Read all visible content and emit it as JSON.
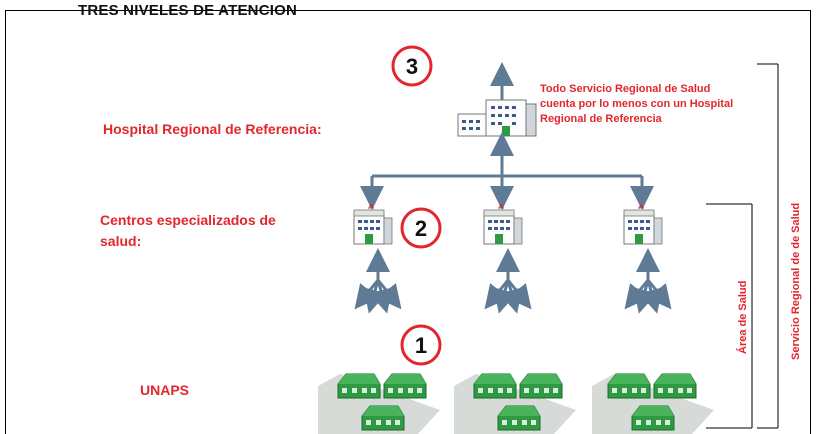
{
  "title": "TRES NIVELES DE ATENCION",
  "levels": {
    "level3": {
      "number": "3",
      "label": "Hospital Regional de Referencia:"
    },
    "level2": {
      "number": "2",
      "label_line1": "Centros especializados de",
      "label_line2": "salud:"
    },
    "level1": {
      "number": "1",
      "label": "UNAPS"
    }
  },
  "note": {
    "line1": "Todo Servicio Regional de Salud",
    "line2": "cuenta por lo menos con un Hospital",
    "line3": "Regional de Referencia"
  },
  "brackets": {
    "area": "Área de Salud",
    "servicio": "Servicio Regional de de Salud"
  },
  "colors": {
    "accent": "#e3262d",
    "arrow": "#5f7a95",
    "building_roof": "#2e9a43"
  }
}
